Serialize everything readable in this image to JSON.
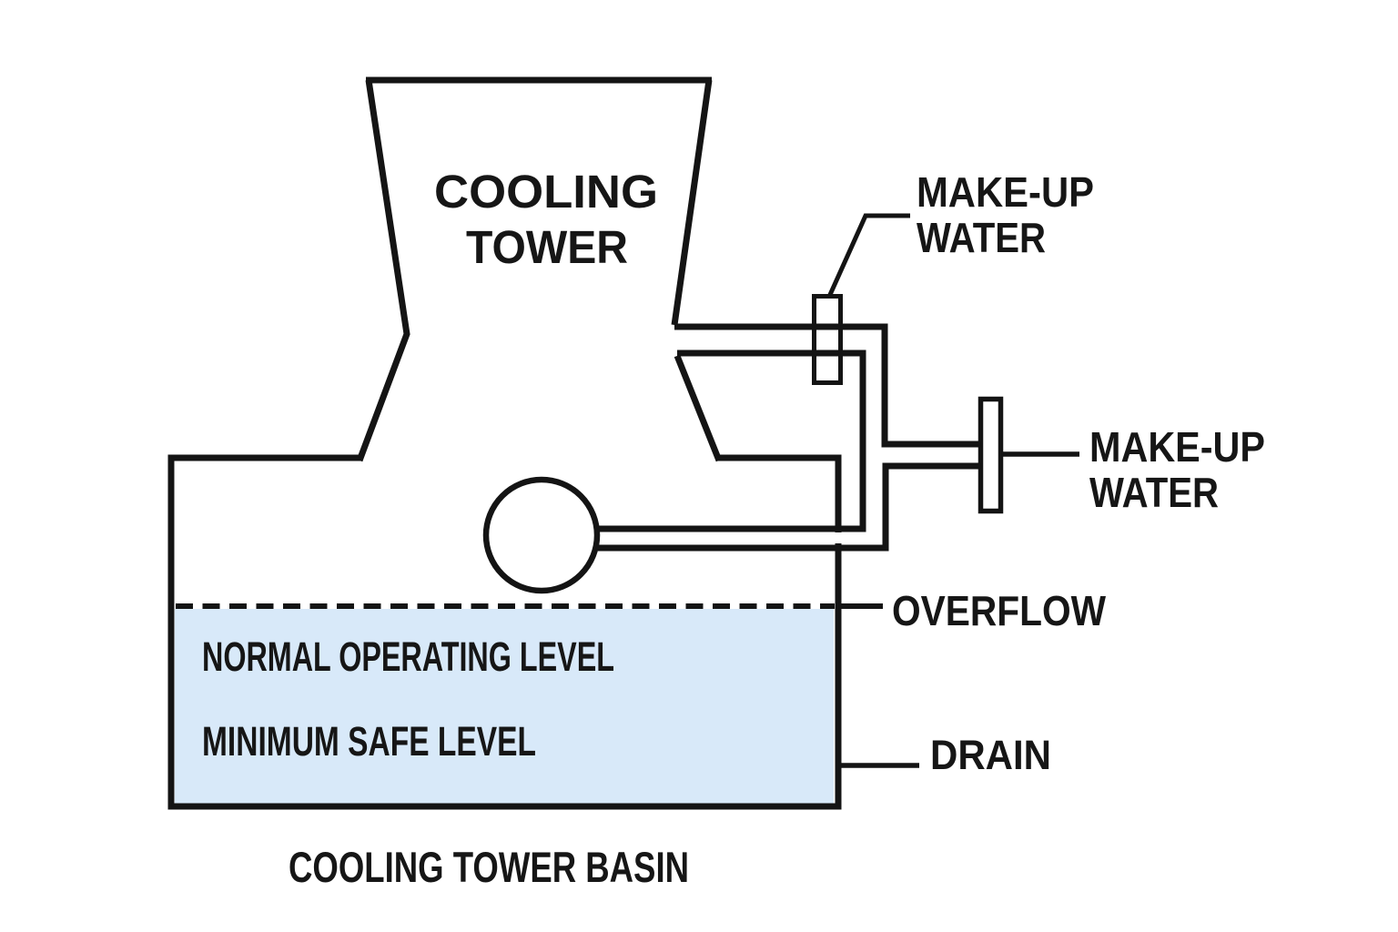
{
  "diagram": {
    "type": "process-schematic",
    "caption": "COOLING TOWER BASIN",
    "tower": {
      "label_line1": "COOLING",
      "label_line2": "TOWER"
    },
    "makeup_water_top": {
      "line1": "MAKE-UP",
      "line2": "WATER"
    },
    "makeup_water_right": {
      "line1": "MAKE-UP",
      "line2": "WATER"
    },
    "levels": {
      "overflow": "OVERFLOW",
      "normal": "NORMAL OPERATING LEVEL",
      "minimum": "MINIMUM SAFE LEVEL"
    },
    "drain": "DRAIN",
    "colors": {
      "line": "#141414",
      "text": "#161616",
      "water": "#d8e9f9",
      "float_ball": "#a9a9a9",
      "valve_fill": "#e3e3e3",
      "supply_valve_fill": "#ffffff",
      "background": "#ffffff"
    }
  }
}
